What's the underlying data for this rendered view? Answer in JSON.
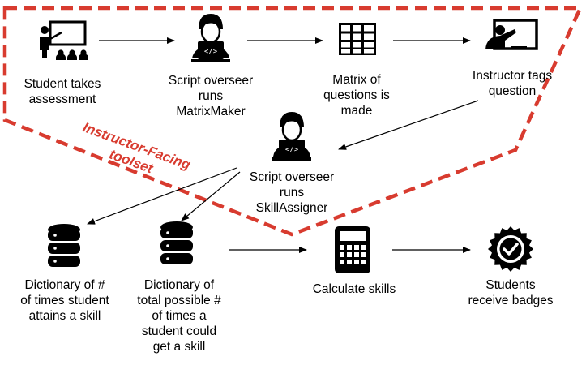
{
  "toolset": {
    "label": "Instructor-Facing\ntoolset",
    "color": "#d83b2f"
  },
  "nodes": {
    "student_assessment": {
      "label": "Student takes\nassessment",
      "icon": "teacher-classroom-icon"
    },
    "script_matrixmaker": {
      "label": "Script overseer\nruns\nMatrixMaker",
      "icon": "coder-laptop-icon"
    },
    "matrix": {
      "label": "Matrix of\nquestions is\nmade",
      "icon": "grid-table-icon"
    },
    "instructor_tags": {
      "label": "Instructor tags\nquestion",
      "icon": "presenter-board-icon"
    },
    "script_skillassigner": {
      "label": "Script overseer\nruns\nSkillAssigner",
      "icon": "coder-laptop-icon"
    },
    "dict_attains": {
      "label": "Dictionary of #\nof times student\nattains a skill",
      "icon": "database-icon"
    },
    "dict_possible": {
      "label": "Dictionary of\ntotal possible #\nof times a\nstudent could\nget a skill",
      "icon": "database-icon"
    },
    "calculate": {
      "label": "Calculate skills",
      "icon": "calculator-icon"
    },
    "badges": {
      "label": "Students\nreceive badges",
      "icon": "badge-check-icon"
    }
  }
}
